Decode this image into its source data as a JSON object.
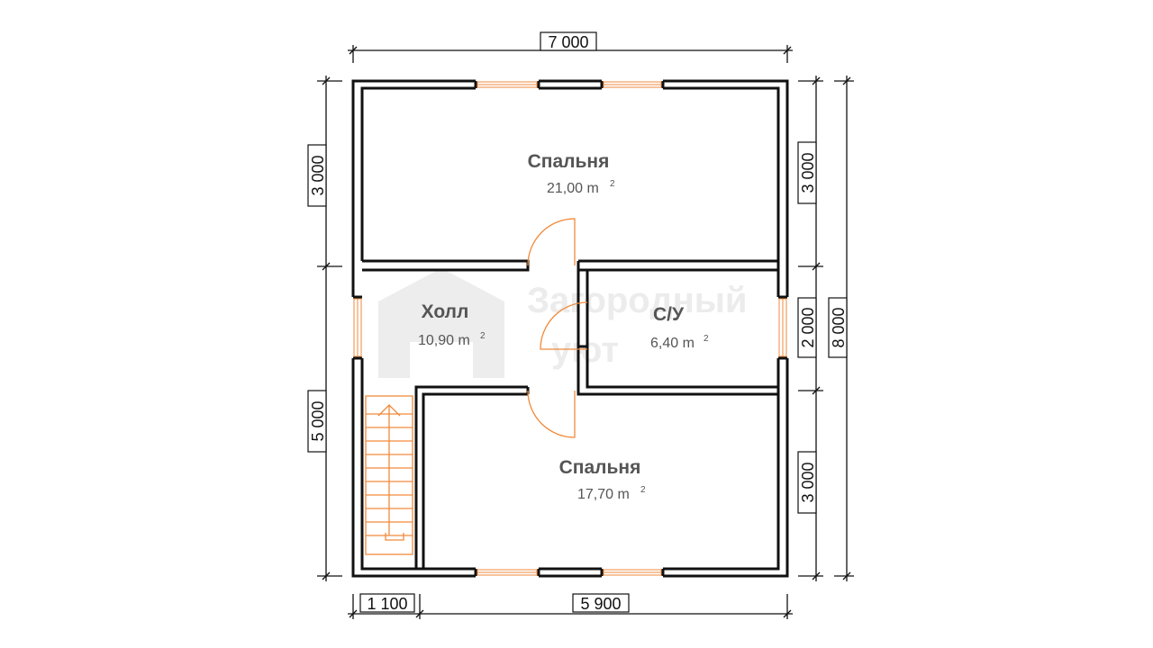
{
  "watermark": {
    "line1": "Загородный",
    "line2": "уют"
  },
  "rooms": [
    {
      "name": "Спальня",
      "area": "21,00 m",
      "unit_sup": "2"
    },
    {
      "name": "Холл",
      "area": "10,90 m",
      "unit_sup": "2"
    },
    {
      "name": "С/У",
      "area": "6,40 m",
      "unit_sup": "2"
    },
    {
      "name": "Спальня",
      "area": "17,70 m",
      "unit_sup": "2"
    }
  ],
  "dimensions": {
    "top_total": "7 000",
    "left_upper": "3 000",
    "left_lower": "5 000",
    "right_top": "3 000",
    "right_middle": "2 000",
    "right_bottom": "3 000",
    "right_total": "8 000",
    "bottom_left": "1 100",
    "bottom_right": "5 900"
  },
  "colors": {
    "walls": "#111111",
    "doors_windows_stairs": "#f08a3c",
    "labels": "#555555",
    "watermark": "#ececec"
  }
}
